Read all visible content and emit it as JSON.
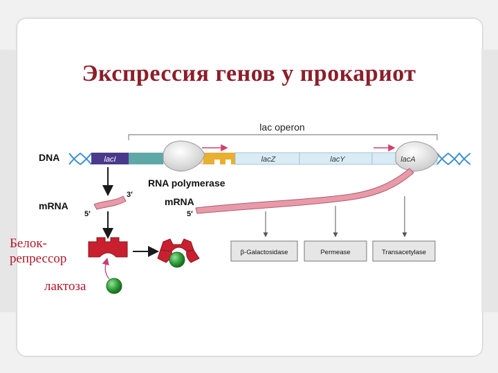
{
  "slide": {
    "title": "Экспрессия генов у прокариот"
  },
  "diagram": {
    "operon_label": "lac operon",
    "dna_label": "DNA",
    "genes": {
      "lacI": "lacI",
      "lacZ": "lacZ",
      "lacY": "lacY",
      "lacA": "lacA"
    },
    "rna_polymerase_label": "RNA polymerase",
    "mrna_left_label": "mRNA",
    "mrna_right_label": "mRNA",
    "three_prime": "3′",
    "five_prime_left": "5′",
    "five_prime_right": "5′",
    "products": {
      "galactosidase": "β-Galactosidase",
      "permease": "Permease",
      "transacetylase": "Transacetylase"
    }
  },
  "labels": {
    "repressor_line1": "Белок-",
    "repressor_line2": "репрессор",
    "lactose": "лактоза"
  },
  "colors": {
    "title": "#8b1f2a",
    "russian_labels": "#b0182a",
    "lacI_box": "#4a3a8c",
    "promoter": "#5fa8a8",
    "operator": "#e8b030",
    "operon_genes": "#d9ecf6",
    "dna_helix": "#3a8fd0",
    "mrna": "#e89aa8",
    "repressor": "#c8202e",
    "lactose": "#2fa03a"
  }
}
